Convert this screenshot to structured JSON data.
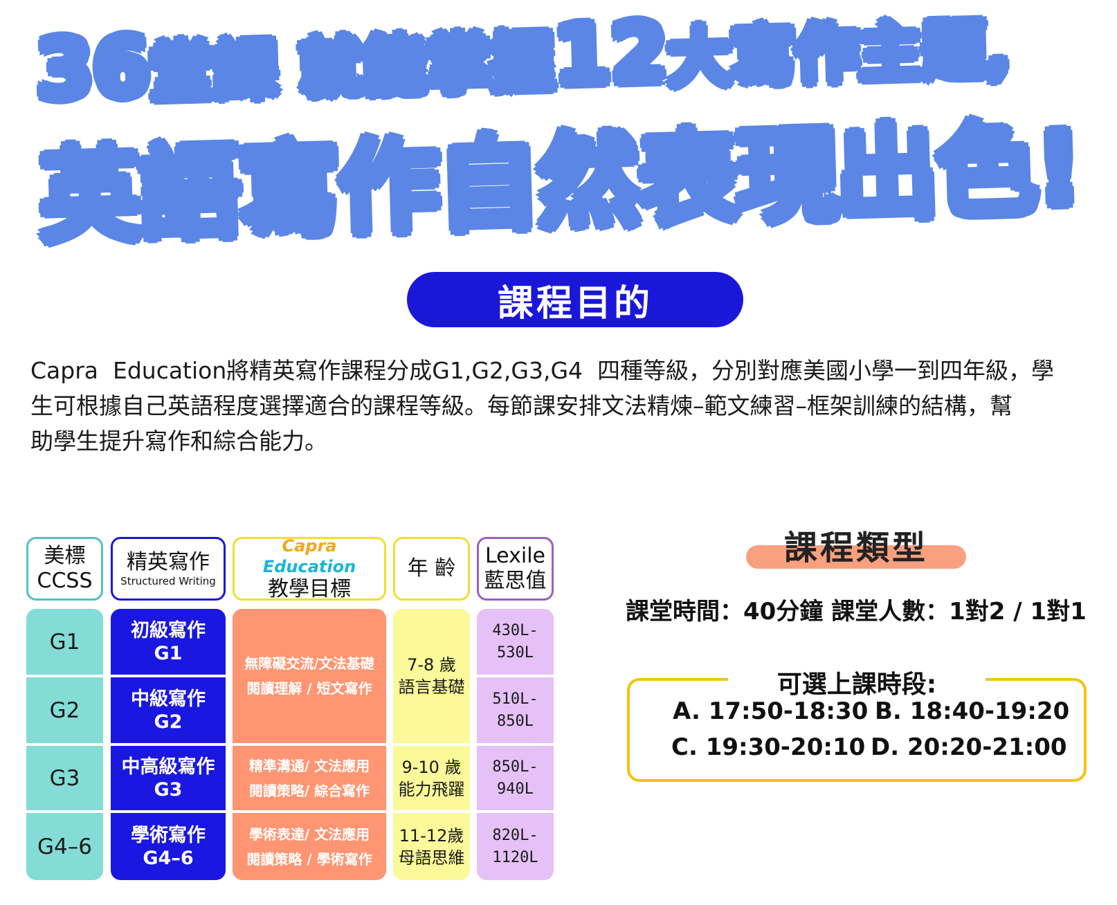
{
  "hero": {
    "line1_prefix": "36",
    "line1_a": "堂課 就能掌握",
    "line1_num": "12",
    "line1_b": "大寫作主題,",
    "line2": "英語寫作自然表現出色!"
  },
  "purpose": {
    "title": "課程目的",
    "text": "Capra  Education將精英寫作課程分成G1,G2,G3,G4  四種等級，分別對應美國小學一到四年級，學\n生可根據自己英語程度選擇適合的課程等級。每節課安排文法精煉–範文練習–框架訓練的結構，幫\n助學生提升寫作和綜合能力。"
  },
  "table": {
    "headers": {
      "ccss_line1": "美標",
      "ccss_line2": "CCSS",
      "writing_line1": "精英寫作",
      "writing_line2": "Structured Writing",
      "goal_brand_a": "Capra",
      "goal_brand_b": "Education",
      "goal_line2": "教學目標",
      "age": "年 齡",
      "lexile_line1": "Lexile",
      "lexile_line2": "藍思值"
    },
    "rows": [
      {
        "ccss": "G1",
        "writing_1": "初級寫作",
        "writing_2": "G1",
        "lexile_1": "430L-",
        "lexile_2": "530L"
      },
      {
        "ccss": "G2",
        "writing_1": "中級寫作",
        "writing_2": "G2",
        "lexile_1": "510L-",
        "lexile_2": "850L"
      },
      {
        "ccss": "G3",
        "writing_1": "中高級寫作",
        "writing_2": "G3",
        "goal_1": "精準溝通/ 文法應用",
        "goal_2": "閱讀策略/ 綜合寫作",
        "age_1": "9-10 歲",
        "age_2": "能力飛躍",
        "lexile_1": "850L-",
        "lexile_2": "940L"
      },
      {
        "ccss": "G4–6",
        "writing_1": "學術寫作",
        "writing_2": "G4–6",
        "goal_1": "學術表達/ 文法應用",
        "goal_2": "閱讀策略 / 學術寫作",
        "age_1": "11-12歲",
        "age_2": "母語思維",
        "lexile_1": "820L-",
        "lexile_2": "1120L"
      }
    ],
    "merged_goal_1": "無障礙交流/文法基礎",
    "merged_goal_2": "閱讀理解 / 短文寫作",
    "merged_age_1": "7-8 歲",
    "merged_age_2": "語言基礎"
  },
  "course_type": {
    "title": "課程類型",
    "class_info": "課堂時間：40分鐘   課堂人數：1對2 / 1對1",
    "schedule_title": "可選上課時段:",
    "slots": {
      "a": "A. 17:50-18:30",
      "b": "B. 18:40-19:20",
      "c": "C. 19:30-20:10",
      "d": "D. 20:20-21:00"
    }
  },
  "colors": {
    "hero_blue": "#5b86e5",
    "pill_blue": "#1a17d8",
    "ccss_teal": "#84dcd6",
    "goal_orange": "#ff9572",
    "age_yellow": "#fbf99a",
    "lexile_purple": "#e5c1f7",
    "type_salmon": "#f9a07f",
    "schedule_gold": "#f5c211"
  }
}
